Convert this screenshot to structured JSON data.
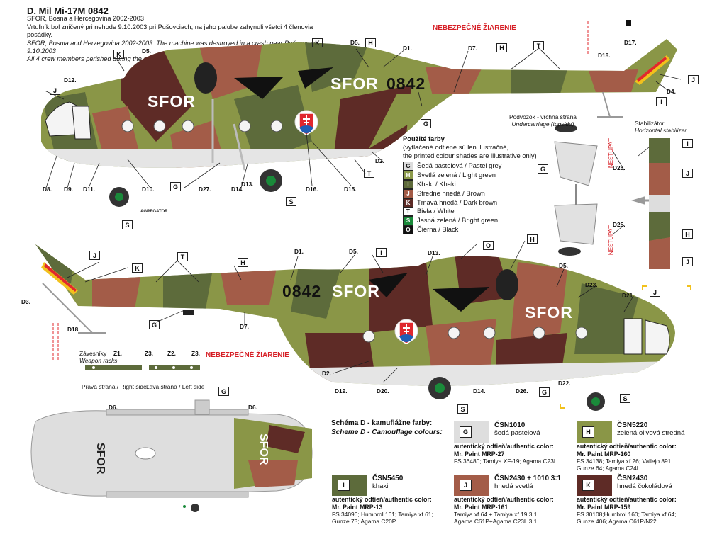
{
  "header": {
    "title": "D. Mil Mi-17M 0842",
    "line1": "SFOR, Bosna a Hercegovina 2002-2003",
    "line2": "Vrtuľník bol zničený pri nehode 9.10.2003 pri Pušovciach, na jeho palube zahynuli všetci 4 členovia posádky.",
    "line3": "SFOR, Bosnia  and Herzegovina 2002-2003. The machine was destroyed in a crash near Pušovce on 9.10.2003",
    "line4": "All 4 crew members perished during the crash"
  },
  "markings": {
    "sfor": "SFOR",
    "serial": "0842",
    "radiation_sk": "NEBEZPEČNÉ ŽIARENIE",
    "nestupat": "NESTUPAŤ",
    "agregator": "AGREGATOR"
  },
  "captions": {
    "undercarriage_sk": "Podvozok - vrchná strana",
    "undercarriage_en": "Undercarriage (topside)",
    "stabilizer_sk": "Stabilizátor",
    "stabilizer_en": "Horizontal stabilizer",
    "weapon_racks_sk": "Závesníky",
    "weapon_racks_en": "Weapon racks",
    "right_side": "Pravá strana / Right side",
    "left_side": "Ľavá strana / Left side"
  },
  "decal_labels": [
    "D1.",
    "D2.",
    "D3.",
    "D4.",
    "D5.",
    "D6.",
    "D7.",
    "D8.",
    "D9.",
    "D10.",
    "D11.",
    "D12.",
    "D13.",
    "D14.",
    "D15.",
    "D16.",
    "D17.",
    "D18.",
    "D19.",
    "D20.",
    "D21.",
    "D22.",
    "D23.",
    "D25.",
    "D26.",
    "D27.",
    "Z1.",
    "Z2.",
    "Z3."
  ],
  "legend": {
    "title_sk": "Použité farby",
    "note_sk": "(vytlačené odtiene sú len ilustračné,",
    "note_en": "the printed colour shades are illustrative only)",
    "items": [
      {
        "code": "G",
        "label": "Šedá pastelová / Pastel grey",
        "color": "#dcdcdc"
      },
      {
        "code": "H",
        "label": "Svetlá zelená / Light green",
        "color": "#8c9a4a"
      },
      {
        "code": "I",
        "label": "Khaki / Khaki",
        "color": "#5e6a3a"
      },
      {
        "code": "J",
        "label": "Stredne hnedá / Brown",
        "color": "#a25a45"
      },
      {
        "code": "K",
        "label": "Tmavá hnedá / Dark brown",
        "color": "#5c2a25"
      },
      {
        "code": "T",
        "label": "Biela / White",
        "color": "#ffffff"
      },
      {
        "code": "S",
        "label": "Jasná zelená / Bright green",
        "color": "#1a8a3a"
      },
      {
        "code": "O",
        "label": "Čierna / Black",
        "color": "#111111"
      }
    ]
  },
  "scheme": {
    "title_sk": "Schéma D - kamuflážne farby:",
    "title_en": "Scheme D - Camouflage colours:",
    "auth_label": "autentický odtieň/authentic color:",
    "cards": [
      {
        "tag": "G",
        "code": "ČSN1010",
        "name": "šedá pastelová",
        "paint": "Mr. Paint MRP-27",
        "fs1": "FS 36480; Tamiya XF-19; Agama C23L",
        "fs2": "",
        "color": "#dedede"
      },
      {
        "tag": "H",
        "code": "ČSN5220",
        "name": "zelená olivová stredná",
        "paint": "Mr. Paint MRP-160",
        "fs1": "FS 34138; Tamiya xf 26; Vallejo 891;",
        "fs2": "Gunze 64; Agama C24L",
        "color": "#8a9647"
      },
      {
        "tag": "I",
        "code": "ČSN5450",
        "name": "khaki",
        "paint": "Mr. Paint MRP-13",
        "fs1": "FS 34096; Humbrol 161; Tamiya xf 61;",
        "fs2": "Gunze 73; Agama C20P",
        "color": "#5d6b3b"
      },
      {
        "tag": "J",
        "code": "ČSN2430 + 1010 3:1",
        "name": "hnedá svetlá",
        "paint": "Mr. Paint MRP-161",
        "fs1": "Tamiya xf 64 + Tamiya xf 19 3:1;",
        "fs2": "Agama C61P+Agama C23L 3:1",
        "color": "#a35c48"
      },
      {
        "tag": "K",
        "code": "ČSN2430",
        "name": "hnedá čokoládová",
        "paint": "Mr. Paint MRP-159",
        "fs1": "FS 30108;Humbrol 160; Tamiya xf 64;",
        "fs2": "Gunze 406; Agama C61P/N22",
        "color": "#5e2b26"
      }
    ]
  }
}
